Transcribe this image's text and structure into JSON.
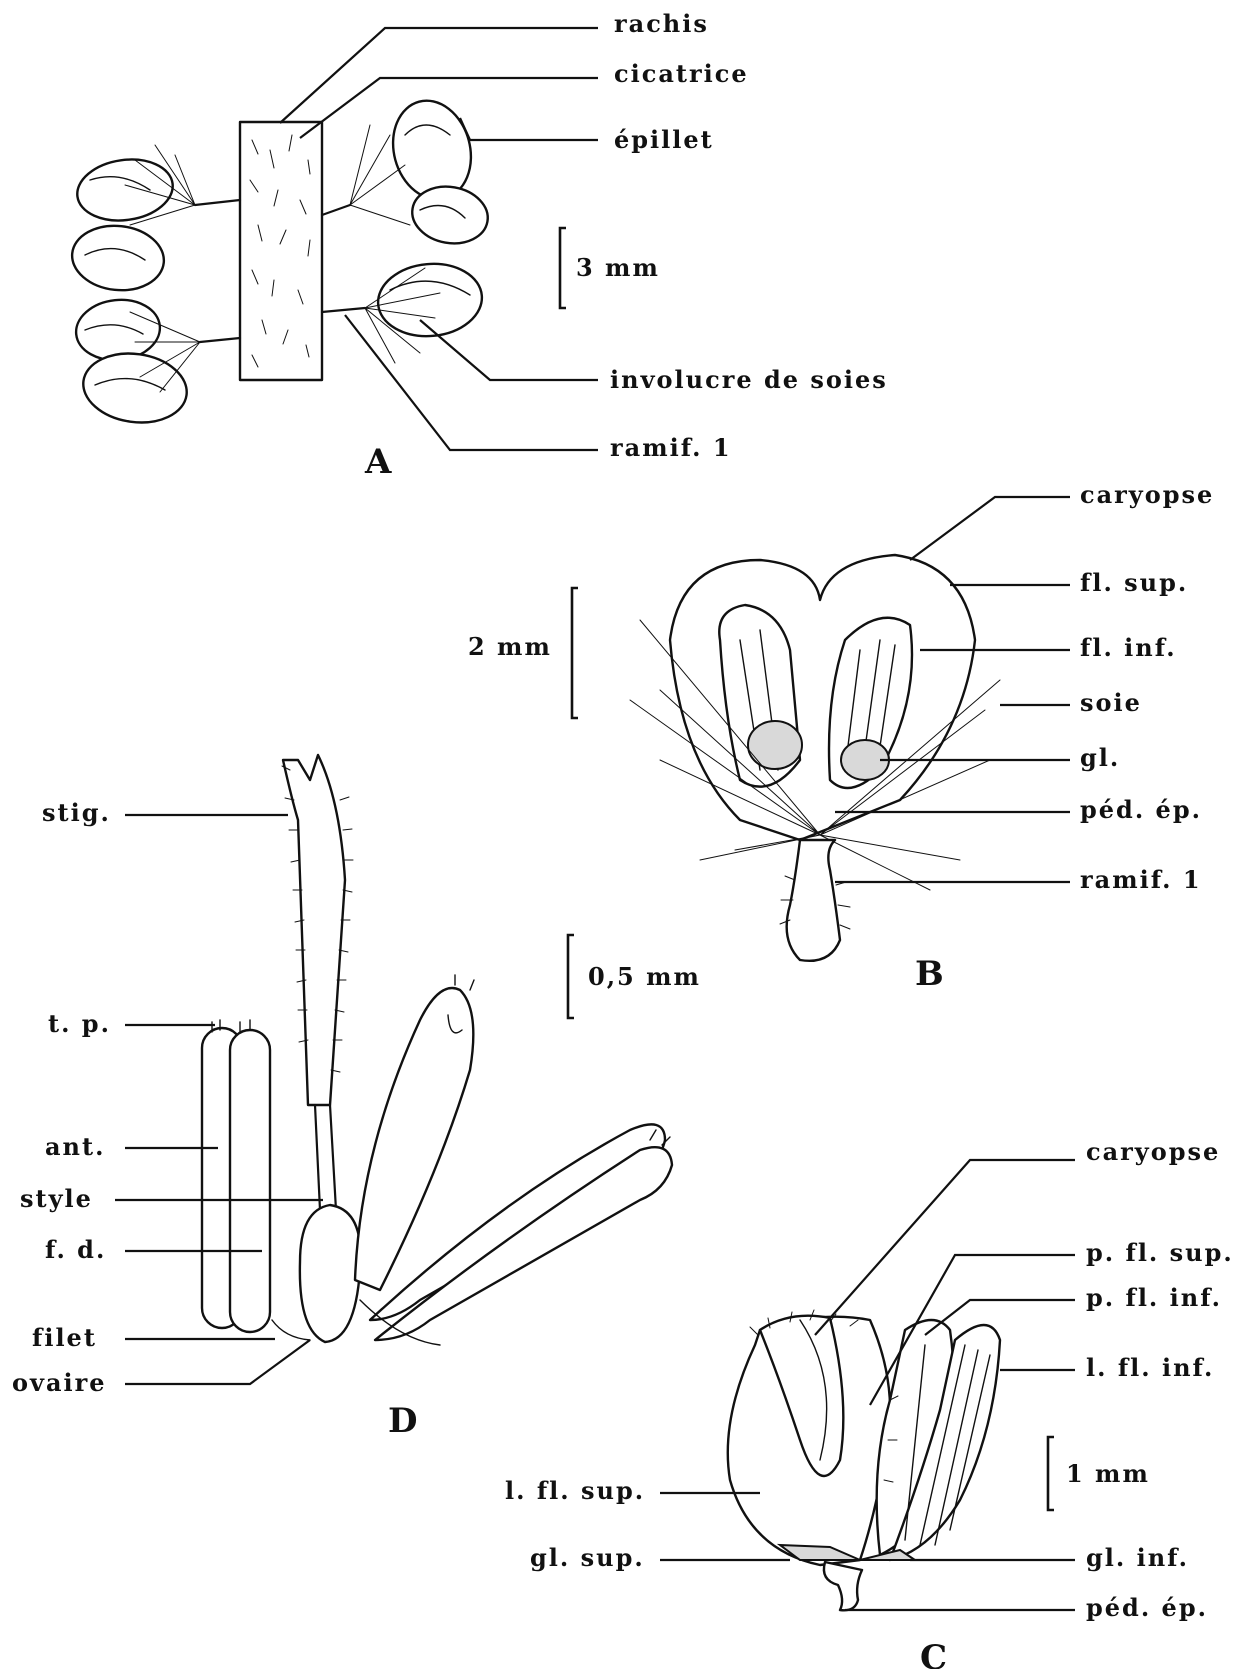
{
  "figures": {
    "A": {
      "letter": "A",
      "scale": "3 mm",
      "labels": [
        "rachis",
        "cicatrice",
        "épillet",
        "involucre de soies",
        "ramif. 1"
      ]
    },
    "B": {
      "letter": "B",
      "scale": "2 mm",
      "labels": [
        "caryopse",
        "fl. sup.",
        "fl. inf.",
        "soie",
        "gl.",
        "péd. ép.",
        "ramif. 1"
      ]
    },
    "C": {
      "letter": "C",
      "scale": "1 mm",
      "labels_right": [
        "caryopse",
        "p. fl. sup.",
        "p. fl. inf.",
        "l. fl. inf.",
        "gl. inf.",
        "péd. ép."
      ],
      "labels_left": [
        "l. fl. sup.",
        "gl. sup."
      ]
    },
    "D": {
      "letter": "D",
      "scale": "0,5 mm",
      "labels": [
        "stig.",
        "t. p.",
        "ant.",
        "style",
        "f. d.",
        "filet",
        "ovaire"
      ]
    }
  }
}
